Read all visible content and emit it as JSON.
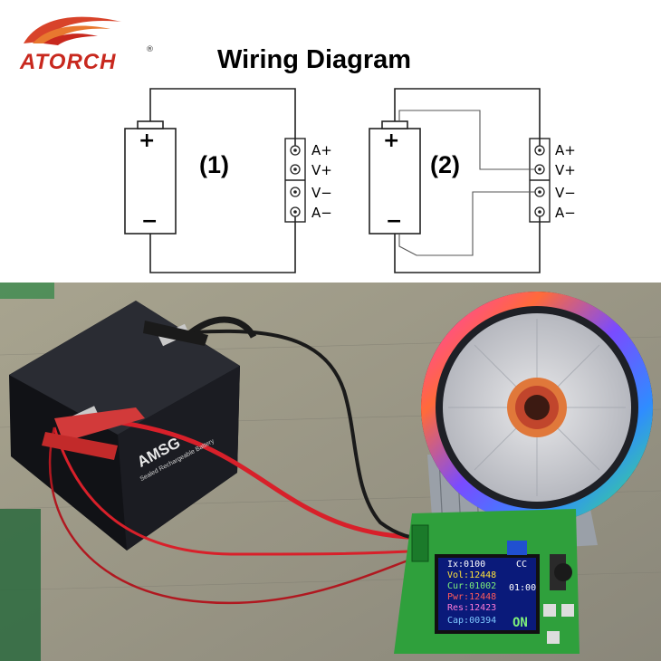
{
  "header": {
    "brand": "ATORCH",
    "trademark": "®",
    "title": "Wiring Diagram"
  },
  "diagrams": [
    {
      "label": "(1)",
      "battery_plus": "+",
      "battery_minus": "−",
      "terminals": [
        "A+",
        "V+",
        "V−",
        "A−"
      ]
    },
    {
      "label": "(2)",
      "battery_plus": "+",
      "battery_minus": "−",
      "terminals": [
        "A+",
        "V+",
        "V−",
        "A−"
      ]
    }
  ],
  "photo": {
    "battery_brand": "AMSG",
    "battery_caption": "Sealed Rechargeable Battery",
    "display": {
      "rows": [
        "Vol:12448",
        "Cur:01002",
        "Pwr:12448",
        "Res:12423",
        "Cap:00394"
      ],
      "top": "Ix:0100",
      "mode": "CC",
      "timer": "01:00",
      "state": "ON"
    }
  },
  "colors": {
    "brand_red": "#c8281e",
    "wire_red": "#d8202a",
    "wire_black": "#1a1a1a",
    "pcb_green": "#2fa03c"
  }
}
